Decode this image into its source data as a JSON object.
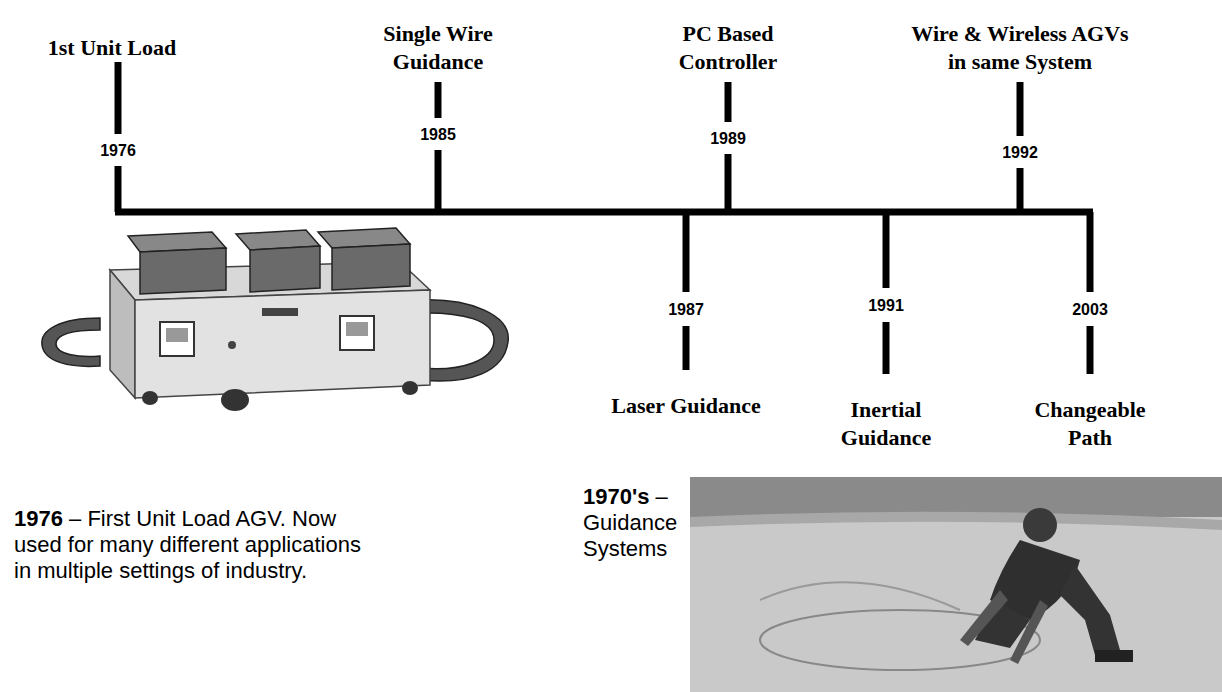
{
  "diagram": {
    "labels": [
      "1st Unit Load",
      "1976",
      "Single Wire Guidance",
      "1985",
      "PC Based Controller",
      "1989",
      "Wire & Wireless AGVs in same System",
      "1992",
      "1987",
      "Laser Guidance",
      "1991",
      "Inertial Guidance",
      "2003",
      "Changeable Path",
      "1976",
      "– First Unit Load AGV. Now used for many different applications in multiple settings of industry.",
      "1970's",
      "– Guidance Systems"
    ]
  }
}
